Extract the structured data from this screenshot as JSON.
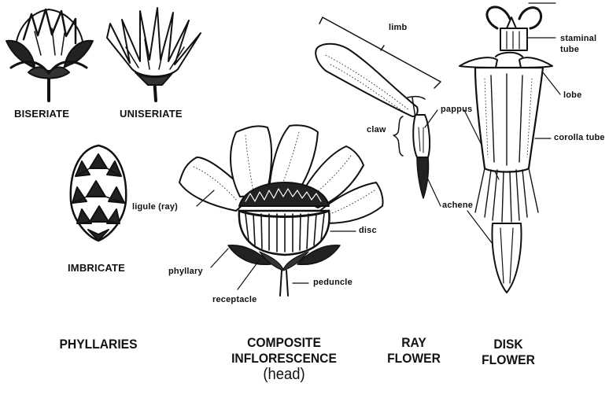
{
  "phyllaries": {
    "biseriate": "BISERIATE",
    "uniseriate": "UNISERIATE",
    "imbricate": "IMBRICATE",
    "caption": "PHYLLARIES"
  },
  "composite": {
    "ligule": "ligule (ray)",
    "disc": "disc",
    "phyllary": "phyllary",
    "peduncle": "peduncle",
    "receptacle": "receptacle",
    "caption_line1": "COMPOSITE",
    "caption_line2": "INFLORESCENCE",
    "caption_line3": "(head)"
  },
  "ray": {
    "limb": "limb",
    "claw": "claw",
    "pappus": "pappus",
    "achene": "achene",
    "caption_line1": "RAY",
    "caption_line2": "FLOWER"
  },
  "disk": {
    "staminal_tube_line1": "staminal",
    "staminal_tube_line2": "tube",
    "lobe": "lobe",
    "corolla_tube": "corolla tube",
    "caption_line1": "DISK",
    "caption_line2": "FLOWER"
  }
}
